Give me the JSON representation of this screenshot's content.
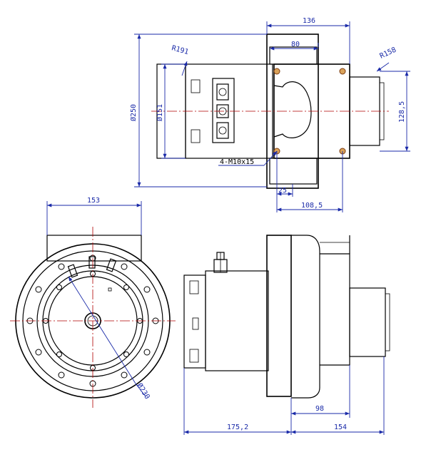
{
  "diagram": {
    "top_view": {
      "dims": {
        "w136": "136",
        "w80": "80",
        "r191": "R191",
        "r158": "R158",
        "d250": "Ø250",
        "d151": "Ø151",
        "h128": "128,5",
        "w25": "25",
        "w108": "108,5",
        "thread": "4-M10x15"
      }
    },
    "front_view": {
      "dims": {
        "w153": "153",
        "d230": "Ø230"
      }
    },
    "side_view": {
      "dims": {
        "w175": "175,2",
        "w154": "154",
        "w98": "98"
      }
    }
  }
}
